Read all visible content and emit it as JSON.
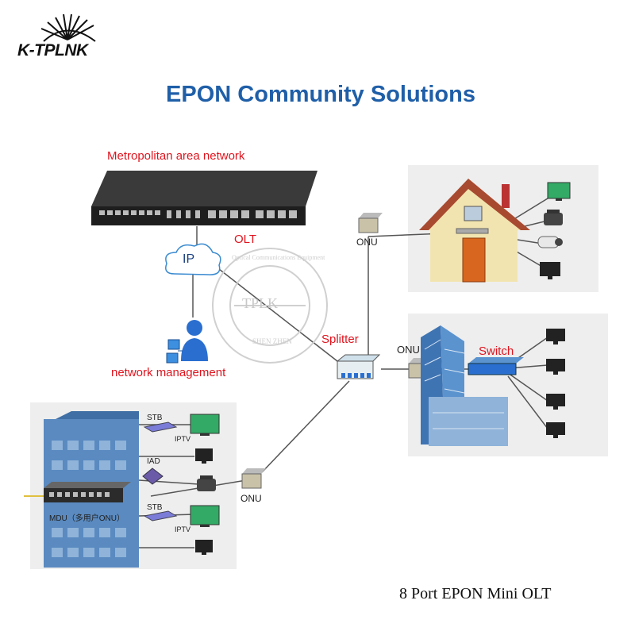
{
  "logo": {
    "text": "K-TPLNK",
    "watermark_center": "TPLK",
    "watermark_ring_top": "Optical Communications Equipment",
    "watermark_ring_bottom": "SHEN ZHEN"
  },
  "title": "EPON Community Solutions",
  "labels": {
    "metro": "Metropolitan area network",
    "olt": "OLT",
    "ip": "IP",
    "network_management": "network management",
    "splitter": "Splitter",
    "onu_house": "ONU",
    "onu_office": "ONU",
    "onu_mdu": "ONU",
    "switch": "Switch",
    "stb_top": "STB",
    "iptv_top": "IPTV",
    "iad": "IAD",
    "mdu": "MDU（多用户ONU）",
    "stb_bottom": "STB",
    "iptv_bottom": "IPTV"
  },
  "caption": "8 Port EPON Mini OLT",
  "colors": {
    "title": "#1f5fa8",
    "red_labels": "#e0141e",
    "line": "#555555",
    "switch": "#2a6fd0"
  }
}
